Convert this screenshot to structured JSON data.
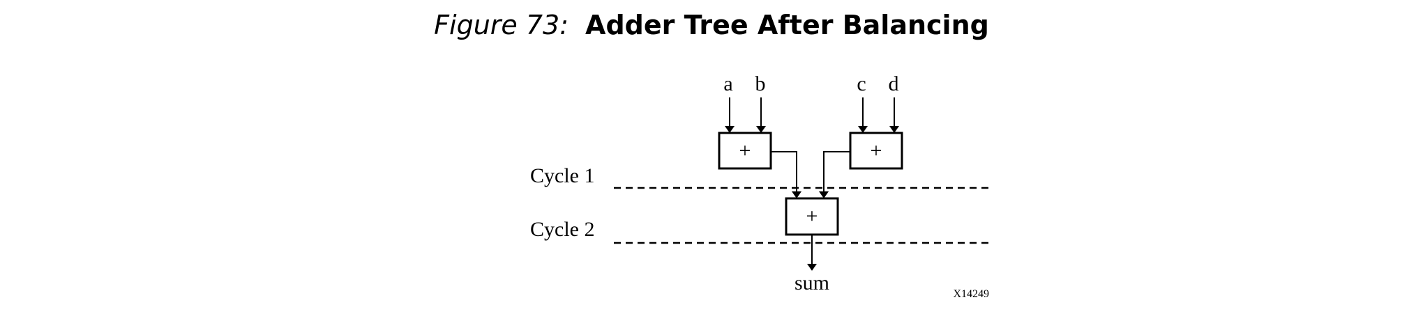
{
  "figure": {
    "number": "Figure 73:",
    "title": "Adder Tree After Balancing"
  },
  "diagram": {
    "inputs": [
      "a",
      "b",
      "c",
      "d"
    ],
    "adders": [
      {
        "id": "adder-1",
        "symbol": "+",
        "inputs": [
          "a",
          "b"
        ]
      },
      {
        "id": "adder-2",
        "symbol": "+",
        "inputs": [
          "c",
          "d"
        ]
      },
      {
        "id": "adder-3",
        "symbol": "+",
        "inputs": [
          "adder-1",
          "adder-2"
        ]
      }
    ],
    "cycles": [
      "Cycle 1",
      "Cycle 2"
    ],
    "output": "sum",
    "figure_id": "X14249"
  }
}
